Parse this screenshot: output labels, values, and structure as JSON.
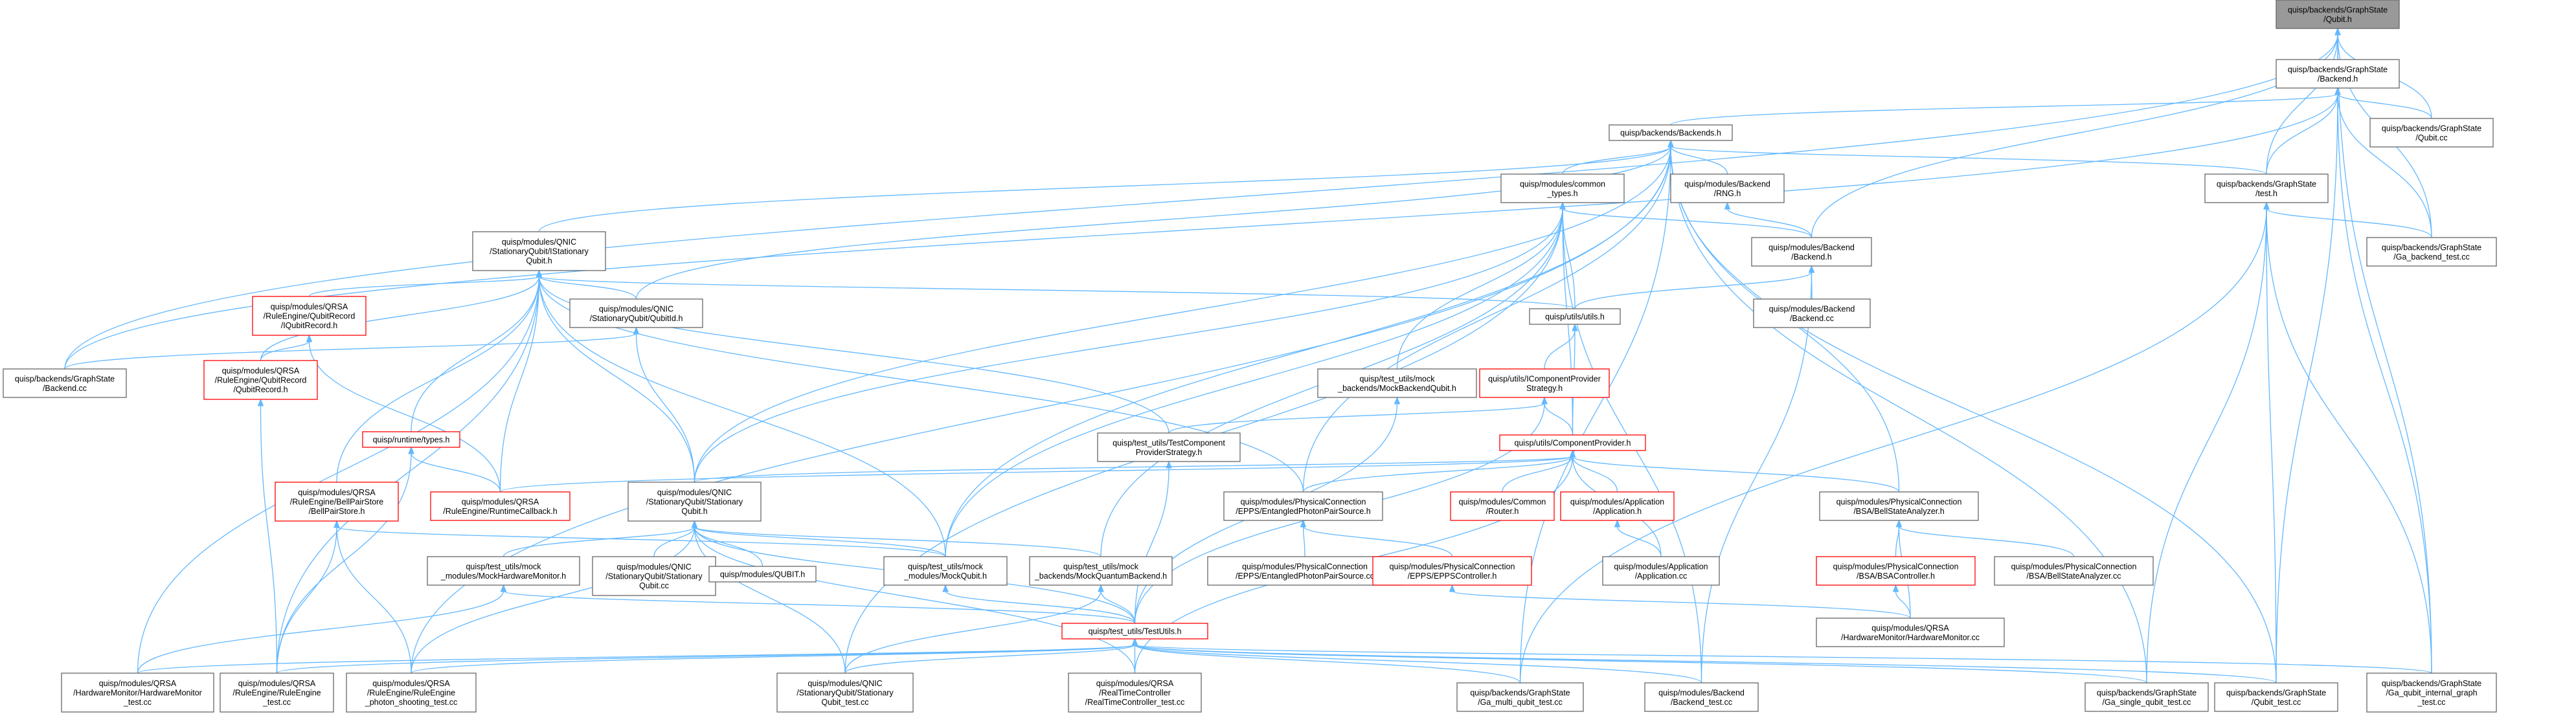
{
  "colors": {
    "edge": "#63b8ff",
    "node_border": "#666666",
    "node_fill": "#ffffff",
    "root_fill": "#999999",
    "root_border": "#666666",
    "incomplete_border": "#ff0000",
    "background": "#ffffff"
  },
  "nodes": {
    "n0": {
      "lines": [
        "quisp/backends/GraphState",
        "/Qubit.h"
      ]
    },
    "n1": {
      "lines": [
        "quisp/backends/GraphState",
        "/Backend.h"
      ]
    },
    "n2": {
      "lines": [
        "quisp/backends/Backends.h"
      ]
    },
    "n3": {
      "lines": [
        "quisp/backends/GraphState",
        "/Qubit.cc"
      ]
    },
    "n4": {
      "lines": [
        "quisp/backends/GraphState",
        "/test.h"
      ]
    },
    "n5": {
      "lines": [
        "quisp/backends/GraphState",
        "/Ga_backend_test.cc"
      ]
    },
    "n6": {
      "lines": [
        "quisp/modules/common",
        "_types.h"
      ]
    },
    "n7": {
      "lines": [
        "quisp/modules/Backend",
        "/RNG.h"
      ]
    },
    "n8": {
      "lines": [
        "quisp/modules/QNIC",
        "/StationaryQubit/IStationary",
        "Qubit.h"
      ]
    },
    "n9": {
      "lines": [
        "quisp/modules/Backend",
        "/Backend.h"
      ]
    },
    "n10": {
      "lines": [
        "quisp/modules/QRSA",
        "/RuleEngine/QubitRecord",
        "/IQubitRecord.h"
      ]
    },
    "n11": {
      "lines": [
        "quisp/modules/QNIC",
        "/StationaryQubit/QubitId.h"
      ]
    },
    "n12": {
      "lines": [
        "quisp/utils/utils.h"
      ]
    },
    "n13": {
      "lines": [
        "quisp/modules/Backend",
        "/Backend.cc"
      ]
    },
    "n14": {
      "lines": [
        "quisp/backends/GraphState",
        "/Backend.cc"
      ]
    },
    "n15": {
      "lines": [
        "quisp/modules/QRSA",
        "/RuleEngine/QubitRecord",
        "/QubitRecord.h"
      ]
    },
    "n16": {
      "lines": [
        "quisp/test_utils/mock",
        "_backends/MockBackendQubit.h"
      ]
    },
    "n17": {
      "lines": [
        "quisp/utils/IComponentProvider",
        "Strategy.h"
      ]
    },
    "n18": {
      "lines": [
        "quisp/runtime/types.h"
      ]
    },
    "n19": {
      "lines": [
        "quisp/test_utils/TestComponent",
        "ProviderStrategy.h"
      ]
    },
    "n20": {
      "lines": [
        "quisp/utils/ComponentProvider.h"
      ]
    },
    "n21": {
      "lines": [
        "quisp/modules/QRSA",
        "/RuleEngine/BellPairStore",
        "/BellPairStore.h"
      ]
    },
    "n22": {
      "lines": [
        "quisp/modules/QRSA",
        "/RuleEngine/RuntimeCallback.h"
      ]
    },
    "n23": {
      "lines": [
        "quisp/modules/QNIC",
        "/StationaryQubit/Stationary",
        "Qubit.h"
      ]
    },
    "n24": {
      "lines": [
        "quisp/modules/PhysicalConnection",
        "/EPPS/EntangledPhotonPairSource.h"
      ]
    },
    "n25": {
      "lines": [
        "quisp/modules/Common",
        "/Router.h"
      ]
    },
    "n26": {
      "lines": [
        "quisp/modules/Application",
        "/Application.h"
      ]
    },
    "n27": {
      "lines": [
        "quisp/modules/PhysicalConnection",
        "/BSA/BellStateAnalyzer.h"
      ]
    },
    "n28": {
      "lines": [
        "quisp/test_utils/mock",
        "_modules/MockHardwareMonitor.h"
      ]
    },
    "n29": {
      "lines": [
        "quisp/modules/QNIC",
        "/StationaryQubit/Stationary",
        "Qubit.cc"
      ]
    },
    "n30": {
      "lines": [
        "quisp/modules/QUBIT.h"
      ]
    },
    "n31": {
      "lines": [
        "quisp/test_utils/mock",
        "_modules/MockQubit.h"
      ]
    },
    "n32": {
      "lines": [
        "quisp/test_utils/mock",
        "_backends/MockQuantumBackend.h"
      ]
    },
    "n33": {
      "lines": [
        "quisp/modules/PhysicalConnection",
        "/EPPS/EntangledPhotonPairSource.cc"
      ]
    },
    "n34": {
      "lines": [
        "quisp/modules/PhysicalConnection",
        "/EPPS/EPPSController.h"
      ]
    },
    "n35": {
      "lines": [
        "quisp/modules/Application",
        "/Application.cc"
      ]
    },
    "n36": {
      "lines": [
        "quisp/modules/PhysicalConnection",
        "/BSA/BSAController.h"
      ]
    },
    "n37": {
      "lines": [
        "quisp/modules/PhysicalConnection",
        "/BSA/BellStateAnalyzer.cc"
      ]
    },
    "n38": {
      "lines": [
        "quisp/test_utils/TestUtils.h"
      ]
    },
    "n39": {
      "lines": [
        "quisp/modules/QRSA",
        "/HardwareMonitor/HardwareMonitor.cc"
      ]
    },
    "n40": {
      "lines": [
        "quisp/modules/QRSA",
        "/HardwareMonitor/HardwareMonitor",
        "_test.cc"
      ]
    },
    "n41": {
      "lines": [
        "quisp/modules/QRSA",
        "/RuleEngine/RuleEngine",
        "_test.cc"
      ]
    },
    "n42": {
      "lines": [
        "quisp/modules/QRSA",
        "/RuleEngine/RuleEngine",
        "_photon_shooting_test.cc"
      ]
    },
    "n43": {
      "lines": [
        "quisp/modules/QNIC",
        "/StationaryQubit/Stationary",
        "Qubit_test.cc"
      ]
    },
    "n44": {
      "lines": [
        "quisp/modules/QRSA",
        "/RealTimeController",
        "/RealTimeController_test.cc"
      ]
    },
    "n45": {
      "lines": [
        "quisp/modules/Backend",
        "/Backend_test.cc"
      ]
    },
    "n46": {
      "lines": [
        "quisp/backends/GraphState",
        "/Ga_multi_qubit_test.cc"
      ]
    },
    "n47": {
      "lines": [
        "quisp/backends/GraphState",
        "/Ga_single_qubit_test.cc"
      ]
    },
    "n48": {
      "lines": [
        "quisp/backends/GraphState",
        "/Qubit_test.cc"
      ]
    },
    "n49": {
      "lines": [
        "quisp/backends/GraphState",
        "/Ga_qubit_internal_graph",
        "_test.cc"
      ]
    }
  },
  "edges": [
    [
      "n0",
      "n1"
    ],
    [
      "n0",
      "n3"
    ],
    [
      "n0",
      "n4"
    ],
    [
      "n0",
      "n5"
    ],
    [
      "n0",
      "n9"
    ],
    [
      "n0",
      "n14"
    ],
    [
      "n0",
      "n49"
    ],
    [
      "n1",
      "n2"
    ],
    [
      "n1",
      "n3"
    ],
    [
      "n1",
      "n4"
    ],
    [
      "n1",
      "n5"
    ],
    [
      "n1",
      "n14"
    ],
    [
      "n1",
      "n48"
    ],
    [
      "n1",
      "n49"
    ],
    [
      "n2",
      "n6"
    ],
    [
      "n2",
      "n7"
    ],
    [
      "n2",
      "n4"
    ],
    [
      "n2",
      "n8"
    ],
    [
      "n2",
      "n11"
    ],
    [
      "n2",
      "n23"
    ],
    [
      "n2",
      "n24"
    ],
    [
      "n2",
      "n27"
    ],
    [
      "n2",
      "n31"
    ],
    [
      "n2",
      "n42"
    ],
    [
      "n2",
      "n46"
    ],
    [
      "n2",
      "n47"
    ],
    [
      "n2",
      "n48"
    ],
    [
      "n4",
      "n5"
    ],
    [
      "n4",
      "n47"
    ],
    [
      "n4",
      "n48"
    ],
    [
      "n4",
      "n49"
    ],
    [
      "n4",
      "n46"
    ],
    [
      "n6",
      "n9"
    ],
    [
      "n6",
      "n12"
    ],
    [
      "n6",
      "n16"
    ],
    [
      "n6",
      "n20"
    ],
    [
      "n6",
      "n23"
    ],
    [
      "n6",
      "n31"
    ],
    [
      "n6",
      "n32"
    ],
    [
      "n6",
      "n45"
    ],
    [
      "n6",
      "n43"
    ],
    [
      "n7",
      "n9"
    ],
    [
      "n8",
      "n10"
    ],
    [
      "n8",
      "n11"
    ],
    [
      "n8",
      "n12"
    ],
    [
      "n8",
      "n18"
    ],
    [
      "n8",
      "n19"
    ],
    [
      "n8",
      "n21"
    ],
    [
      "n8",
      "n22"
    ],
    [
      "n8",
      "n23"
    ],
    [
      "n8",
      "n24"
    ],
    [
      "n8",
      "n31"
    ],
    [
      "n8",
      "n40"
    ],
    [
      "n8",
      "n41"
    ],
    [
      "n8",
      "n15"
    ],
    [
      "n9",
      "n12"
    ],
    [
      "n9",
      "n13"
    ],
    [
      "n9",
      "n45"
    ],
    [
      "n10",
      "n15"
    ],
    [
      "n10",
      "n22"
    ],
    [
      "n11",
      "n14"
    ],
    [
      "n11",
      "n23"
    ],
    [
      "n12",
      "n17"
    ],
    [
      "n12",
      "n20"
    ],
    [
      "n15",
      "n41"
    ],
    [
      "n16",
      "n38"
    ],
    [
      "n17",
      "n19"
    ],
    [
      "n17",
      "n20"
    ],
    [
      "n17",
      "n38"
    ],
    [
      "n18",
      "n22"
    ],
    [
      "n18",
      "n41"
    ],
    [
      "n19",
      "n38"
    ],
    [
      "n20",
      "n22"
    ],
    [
      "n20",
      "n23"
    ],
    [
      "n20",
      "n24"
    ],
    [
      "n20",
      "n25"
    ],
    [
      "n20",
      "n26"
    ],
    [
      "n20",
      "n27"
    ],
    [
      "n20",
      "n35"
    ],
    [
      "n20",
      "n44"
    ],
    [
      "n21",
      "n31"
    ],
    [
      "n21",
      "n41"
    ],
    [
      "n21",
      "n42"
    ],
    [
      "n23",
      "n28"
    ],
    [
      "n23",
      "n29"
    ],
    [
      "n23",
      "n30"
    ],
    [
      "n23",
      "n31"
    ],
    [
      "n23",
      "n32"
    ],
    [
      "n23",
      "n38"
    ],
    [
      "n23",
      "n42"
    ],
    [
      "n23",
      "n43"
    ],
    [
      "n23",
      "n44"
    ],
    [
      "n24",
      "n33"
    ],
    [
      "n24",
      "n34"
    ],
    [
      "n26",
      "n35"
    ],
    [
      "n27",
      "n36"
    ],
    [
      "n27",
      "n37"
    ],
    [
      "n27",
      "n39"
    ],
    [
      "n28",
      "n38"
    ],
    [
      "n28",
      "n40"
    ],
    [
      "n31",
      "n38"
    ],
    [
      "n32",
      "n38"
    ],
    [
      "n32",
      "n43"
    ],
    [
      "n34",
      "n39"
    ],
    [
      "n36",
      "n39"
    ],
    [
      "n38",
      "n40"
    ],
    [
      "n38",
      "n41"
    ],
    [
      "n38",
      "n42"
    ],
    [
      "n38",
      "n43"
    ],
    [
      "n38",
      "n44"
    ],
    [
      "n38",
      "n45"
    ],
    [
      "n38",
      "n46"
    ],
    [
      "n38",
      "n47"
    ],
    [
      "n38",
      "n48"
    ],
    [
      "n38",
      "n49"
    ]
  ]
}
